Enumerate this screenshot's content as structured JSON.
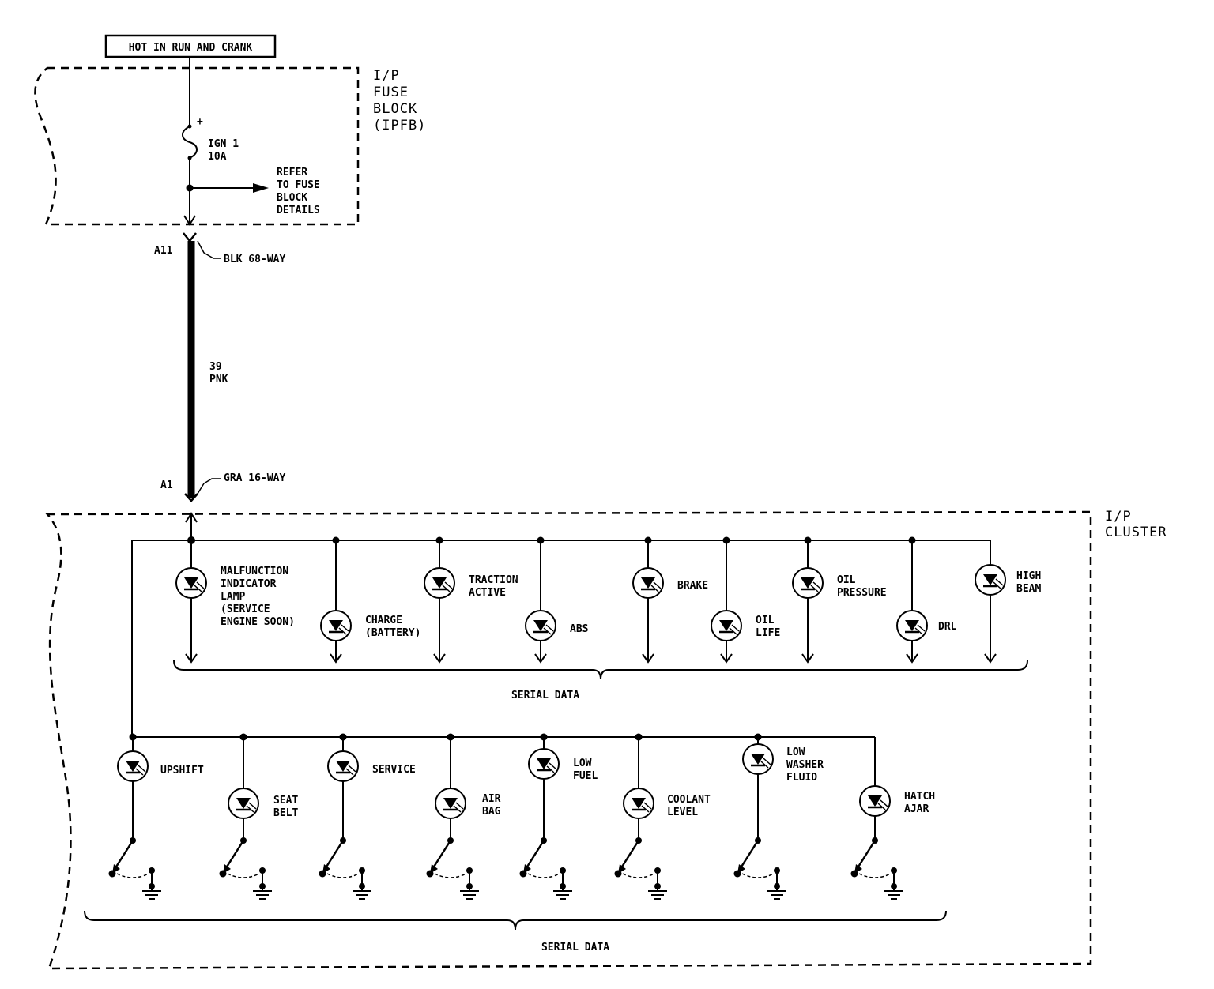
{
  "power_source_label": "HOT IN RUN AND CRANK",
  "fuse_block": {
    "label_lines": [
      "I/P",
      "FUSE",
      "BLOCK",
      "(IPFB)"
    ],
    "fuse_label_lines": [
      "IGN 1",
      "10A"
    ],
    "fuse_polarity": "+",
    "refer_lines": [
      "REFER",
      "TO FUSE",
      "BLOCK",
      "DETAILS"
    ]
  },
  "upper_connector": {
    "pin": "A11",
    "name": "BLK 68-WAY"
  },
  "wire": {
    "circuit": "39",
    "color": "PNK"
  },
  "lower_connector": {
    "pin": "A1",
    "name": "GRA 16-WAY"
  },
  "cluster": {
    "label_lines": [
      "I/P",
      "CLUSTER"
    ],
    "row1_lamps": [
      {
        "label_lines": [
          "MALFUNCTION",
          "INDICATOR",
          "LAMP",
          "(SERVICE",
          "ENGINE SOON)"
        ]
      },
      {
        "label_lines": [
          "CHARGE",
          "(BATTERY)"
        ]
      },
      {
        "label_lines": [
          "TRACTION",
          "ACTIVE"
        ]
      },
      {
        "label_lines": [
          "ABS"
        ]
      },
      {
        "label_lines": [
          "BRAKE"
        ]
      },
      {
        "label_lines": [
          "OIL",
          "LIFE"
        ]
      },
      {
        "label_lines": [
          "OIL",
          "PRESSURE"
        ]
      },
      {
        "label_lines": [
          "DRL"
        ]
      },
      {
        "label_lines": [
          "HIGH",
          "BEAM"
        ]
      }
    ],
    "row1_serial_label": "SERIAL DATA",
    "row2_lamps": [
      {
        "label_lines": [
          "UPSHIFT"
        ]
      },
      {
        "label_lines": [
          "SEAT",
          "BELT"
        ]
      },
      {
        "label_lines": [
          "SERVICE"
        ]
      },
      {
        "label_lines": [
          "AIR",
          "BAG"
        ]
      },
      {
        "label_lines": [
          "LOW",
          "FUEL"
        ]
      },
      {
        "label_lines": [
          "COOLANT",
          "LEVEL"
        ]
      },
      {
        "label_lines": [
          "LOW",
          "WASHER",
          "FLUID"
        ]
      },
      {
        "label_lines": [
          "HATCH",
          "AJAR"
        ]
      }
    ],
    "row2_serial_label": "SERIAL DATA"
  }
}
